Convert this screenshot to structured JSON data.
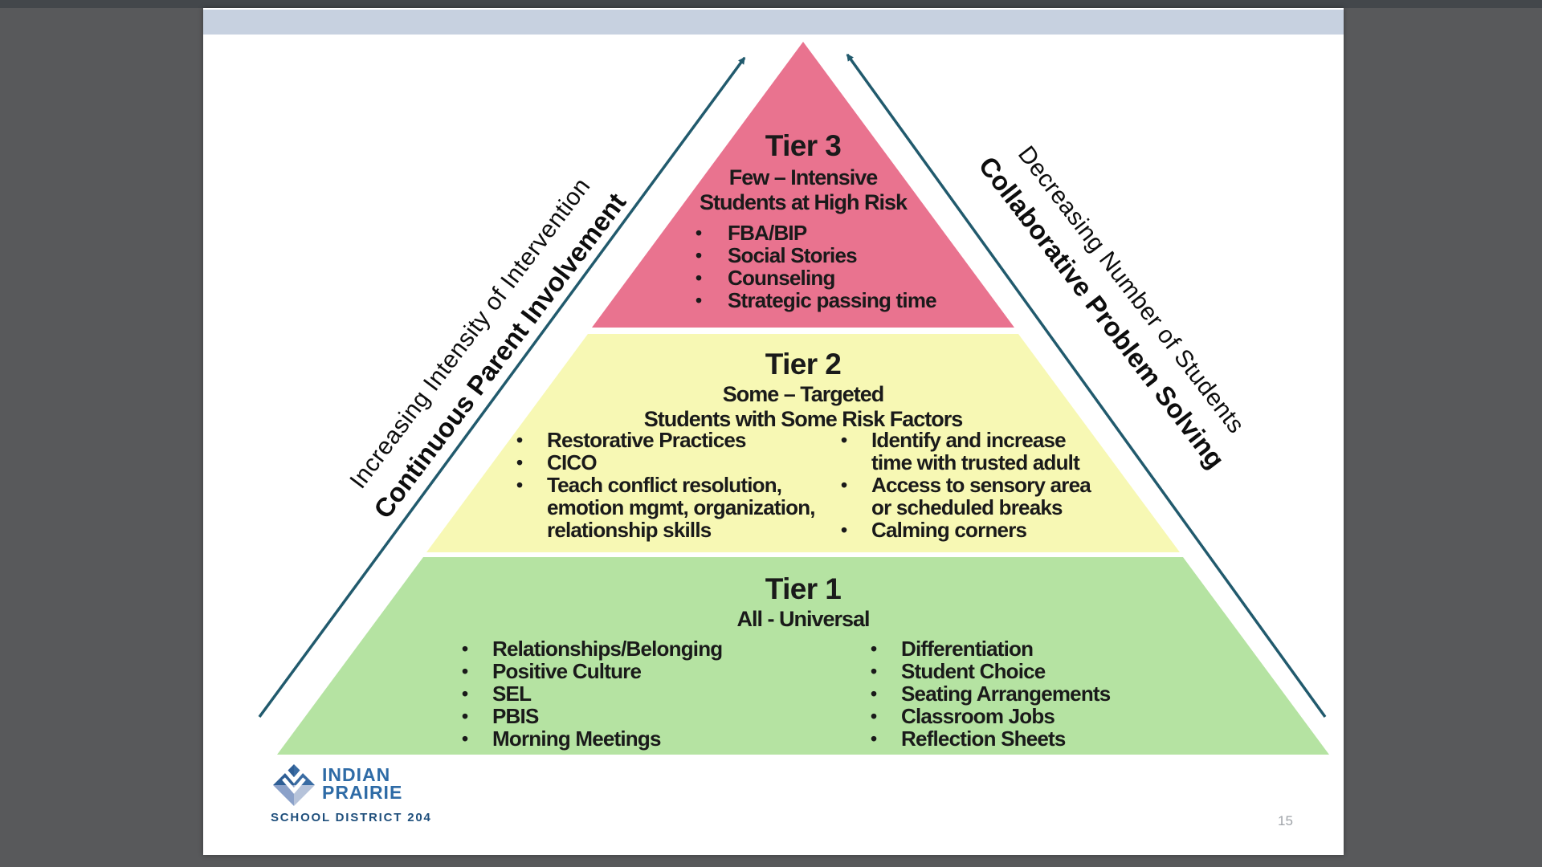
{
  "ui": {
    "bullet": "•",
    "page_number": "15",
    "colors": {
      "pink": "#e9738f",
      "yellow": "#f7f8b4",
      "green": "#b5e3a2",
      "arrow": "#215a6d",
      "topbar": "#c7d1e0",
      "surround": "#58595b",
      "topstrip": "#43474b",
      "text": "#1a1a1a",
      "logo_blue": "#2e6ba6",
      "logo_navy": "#1f4f7c",
      "pagenum": "#9fa3a8"
    }
  },
  "side_labels": {
    "left": {
      "line1": "Increasing Intensity of Intervention",
      "line2": "Continuous Parent Involvement"
    },
    "right": {
      "line1": "Decreasing Number of Students",
      "line2": "Collaborative Problem Solving"
    }
  },
  "tier3": {
    "title": "Tier 3",
    "subtitle1": "Few – Intensive",
    "subtitle2": "Students at High Risk",
    "items": [
      {
        "b": true,
        "t": "FBA/BIP"
      },
      {
        "b": true,
        "t": "Social Stories"
      },
      {
        "b": true,
        "t": "Counseling"
      },
      {
        "b": true,
        "t": "Strategic passing time"
      }
    ]
  },
  "tier2": {
    "title": "Tier 2",
    "subtitle1": "Some – Targeted",
    "subtitle2": "Students with Some Risk Factors",
    "left_items": [
      {
        "b": true,
        "t": "Restorative Practices"
      },
      {
        "b": true,
        "t": "CICO"
      },
      {
        "b": true,
        "t": "Teach conflict resolution,"
      },
      {
        "b": false,
        "t": "emotion mgmt, organization,"
      },
      {
        "b": false,
        "t": "relationship skills"
      }
    ],
    "right_items": [
      {
        "b": true,
        "t": "Identify and increase"
      },
      {
        "b": false,
        "t": "time with trusted adult"
      },
      {
        "b": true,
        "t": "Access to sensory area"
      },
      {
        "b": false,
        "t": "or scheduled breaks"
      },
      {
        "b": true,
        "t": "Calming corners"
      }
    ]
  },
  "tier1": {
    "title": "Tier 1",
    "subtitle1": "All - Universal",
    "left_items": [
      {
        "b": true,
        "t": "Relationships/Belonging"
      },
      {
        "b": true,
        "t": "Positive Culture"
      },
      {
        "b": true,
        "t": "SEL"
      },
      {
        "b": true,
        "t": "PBIS"
      },
      {
        "b": true,
        "t": "Morning Meetings"
      }
    ],
    "right_items": [
      {
        "b": true,
        "t": "Differentiation"
      },
      {
        "b": true,
        "t": "Student Choice"
      },
      {
        "b": true,
        "t": "Seating Arrangements"
      },
      {
        "b": true,
        "t": "Classroom Jobs"
      },
      {
        "b": true,
        "t": "Reflection Sheets"
      }
    ]
  },
  "logo": {
    "name_line1": "INDIAN",
    "name_line2": "PRAIRIE",
    "district": "SCHOOL DISTRICT 204"
  }
}
